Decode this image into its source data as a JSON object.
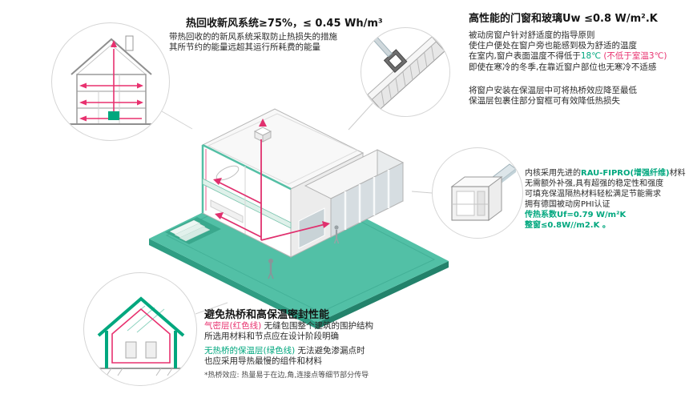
{
  "colors": {
    "teal": "#00a77e",
    "red": "#e8316f",
    "platform": "#52c0a6"
  },
  "sections": {
    "ventilation": {
      "title": "热回收新风系统≥75%，≤ 0.45 Wh/m³",
      "lines": [
        "带热回收的的新风系统采取防止热损失的措施",
        "其所节约的能量远超其运行所耗费的能量"
      ]
    },
    "windows": {
      "title": "高性能的门窗和玻璃Uw ≤0.8 W/m².K",
      "lines": [
        "被动房窗户针对舒适度的指导原则",
        "使住户便处在窗户旁也能感到极为舒适的温度"
      ],
      "line3_black": "在室内,窗户表面温度不得低于",
      "line3_teal": "18℃",
      "line3_red": " (不低于室温3℃)",
      "line4": "即使在寒冷的冬季,在靠近窗户部位也无寒冷不适感",
      "para2": [
        "将窗户安装在保温层中可将热桥效应降至最低",
        "保温层包裹住部分窗框可有效降低热损失"
      ]
    },
    "frame_profile": {
      "line1_pre": "内核采用先进的",
      "line1_teal": "RAU-FIPRO(增强纤维)",
      "line1_post": "材料",
      "lines": [
        "无需额外补强,具有超强的稳定性和强度",
        "可填充保温隔热材料轻松满足节能需求",
        "拥有德国被动房PHI认证"
      ],
      "stat1": "传热系数Uf=0.79 W/m²K",
      "stat2": "整窗≤0.8W//m2.K 。"
    },
    "thermal_bridge": {
      "title": "避免热桥和高保温密封性能",
      "red_label": "气密层(红色线)",
      "red_rest": " 无缝包围整个建筑的围护结构",
      "red_line2": "所选用材料和节点应在设计阶段明确",
      "teal_label": "无热桥的保温层(绿色线)",
      "teal_rest": " 无法避免渗漏点时",
      "teal_line2": "也应采用导热最慢的组件和材料",
      "footnote": "*热桥效应: 热量易于在边,角,连接点等细节部分传导"
    }
  }
}
